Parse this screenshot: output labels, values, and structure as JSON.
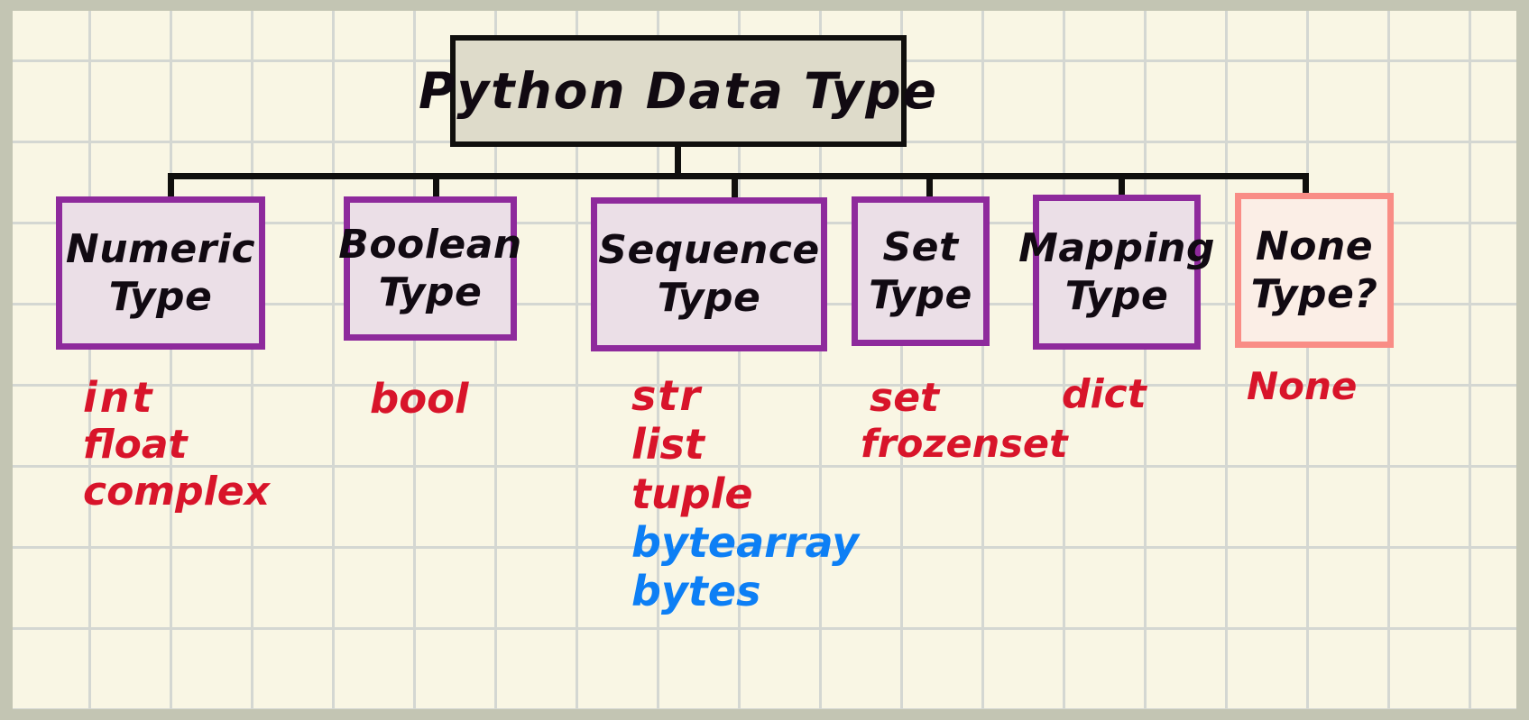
{
  "diagram": {
    "title": "Python Data Type",
    "root": {
      "label_line1": "Python Data Type",
      "fill": "#dedbca",
      "border": "#100f0d"
    },
    "palette": {
      "paper": "#f9f6e4",
      "grid_line": "#d4d7d2",
      "frame": "#c3c5b3",
      "node_border_purple": "#8e2a9c",
      "node_fill_purple": "#ebdfe7",
      "node_border_salmon": "#f98d86",
      "node_fill_salmon": "#fbeee6",
      "ink_black": "#110a12",
      "ink_red": "#d8142a",
      "ink_blue": "#0d7ff5"
    },
    "nodes": [
      {
        "id": "numeric",
        "line1": "Numeric",
        "line2": "Type",
        "border": "#8e2a9c",
        "items": [
          {
            "text": "int",
            "color": "red"
          },
          {
            "text": "float",
            "color": "red"
          },
          {
            "text": "complex",
            "color": "red"
          }
        ]
      },
      {
        "id": "boolean",
        "line1": "Boolean",
        "line2": "Type",
        "border": "#8e2a9c",
        "items": [
          {
            "text": "bool",
            "color": "red"
          }
        ]
      },
      {
        "id": "sequence",
        "line1": "Sequence",
        "line2": "Type",
        "border": "#8e2a9c",
        "items": [
          {
            "text": "str",
            "color": "red"
          },
          {
            "text": "list",
            "color": "red"
          },
          {
            "text": "tuple",
            "color": "red"
          },
          {
            "text": "bytearray",
            "color": "blue"
          },
          {
            "text": "bytes",
            "color": "blue"
          }
        ]
      },
      {
        "id": "set",
        "line1": "Set",
        "line2": "Type",
        "border": "#8e2a9c",
        "items": [
          {
            "text": "set",
            "color": "red"
          },
          {
            "text": "frozenset",
            "color": "red"
          }
        ]
      },
      {
        "id": "mapping",
        "line1": "Mapping",
        "line2": "Type",
        "border": "#8e2a9c",
        "items": [
          {
            "text": "dict",
            "color": "red"
          }
        ]
      },
      {
        "id": "none",
        "line1": "None",
        "line2": "Type?",
        "border": "#f98d86",
        "items": [
          {
            "text": "None",
            "color": "red"
          }
        ]
      }
    ]
  }
}
